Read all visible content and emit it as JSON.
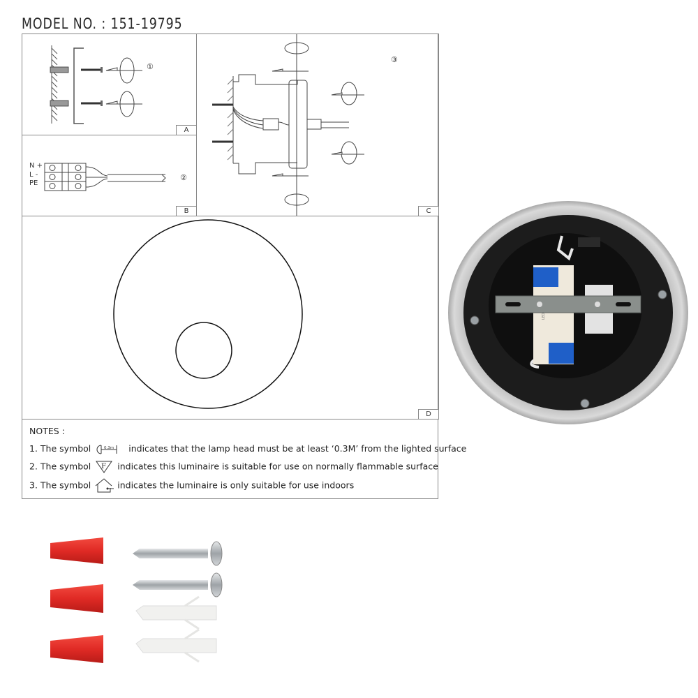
{
  "header": {
    "model_label": "MODEL NO. : 151-19795"
  },
  "diagram": {
    "panels": [
      {
        "id": "A",
        "label": "A",
        "step": "1",
        "description": "Drill wall, insert wall plugs, fix mounting bracket with screws"
      },
      {
        "id": "B",
        "label": "B",
        "step": "2",
        "description": "Connect wires to terminal block"
      },
      {
        "id": "C",
        "label": "C",
        "step": "3",
        "description": "Mount luminaire to bracket and tighten screws"
      },
      {
        "id": "D",
        "label": "D",
        "description": "Front view of luminaire (outer and inner circle)"
      }
    ],
    "terminal_labels": [
      "N +",
      "L -",
      "PE"
    ],
    "step_markers": [
      "①",
      "②",
      "③"
    ]
  },
  "notes": {
    "heading": "NOTES :",
    "items": [
      {
        "prefix": "1. The symbol",
        "symbol": "distance-0.3m-icon",
        "symbol_text": "0.3m",
        "text": "indicates that the lamp head must be at least ‘0.3M’ from the lighted surface"
      },
      {
        "prefix": "2. The symbol",
        "symbol": "flammable-surface-F-icon",
        "symbol_text": "F",
        "text": "indicates this luminaire is suitable for use on normally flammable surface"
      },
      {
        "prefix": "3. The symbol",
        "symbol": "indoor-house-icon",
        "text": "indicates the luminaire is only suitable for use indoors"
      }
    ]
  },
  "product_photo": {
    "description": "Rear view of round luminaire showing LED driver and mounting bracket",
    "colors": {
      "rim": "#cfcfcf",
      "body": "#1c1c1c",
      "driver": "#efe9dc",
      "driver_caps": "#1f5fc8",
      "bracket": "#8a8f8c"
    }
  },
  "accessories": {
    "wire_nuts": {
      "count": 3,
      "color": "#e02a25"
    },
    "screws": {
      "count": 2,
      "color": "#b9bec2"
    },
    "wall_plugs": {
      "count": 2,
      "color": "#f1f1ef"
    }
  }
}
